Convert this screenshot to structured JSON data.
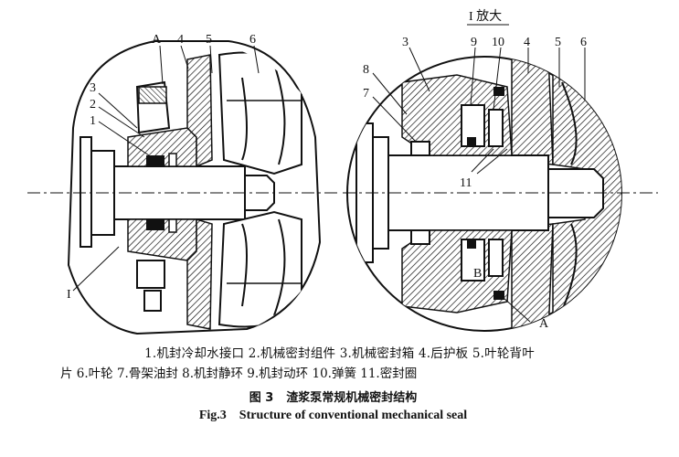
{
  "top_left_text": "",
  "left_view": {
    "labels": {
      "A": "A",
      "n4": "4",
      "n5": "5",
      "n6": "6",
      "n3": "3",
      "n2": "2",
      "n1": "1",
      "I": "I"
    }
  },
  "right_view": {
    "title": "I 放大",
    "labels": {
      "n3": "3",
      "n9": "9",
      "n10": "10",
      "n4": "4",
      "n5": "5",
      "n6": "6",
      "n8": "8",
      "n7": "7",
      "n11": "11",
      "B": "B",
      "A": "A"
    }
  },
  "legend": {
    "line1": "1.机封冷却水接口  2.机械密封组件  3.机械密封箱  4.后护板  5.叶轮背叶",
    "line2": "片  6.叶轮  7.骨架油封  8.机封静环  9.机封动环  10.弹簧  11.密封圈"
  },
  "caption": {
    "cn_label": "图 3",
    "cn_title": "渣浆泵常规机械密封结构",
    "en_label": "Fig.3",
    "en_title": "Structure of conventional mechanical seal"
  },
  "colors": {
    "ink": "#111111",
    "paper": "#ffffff"
  }
}
